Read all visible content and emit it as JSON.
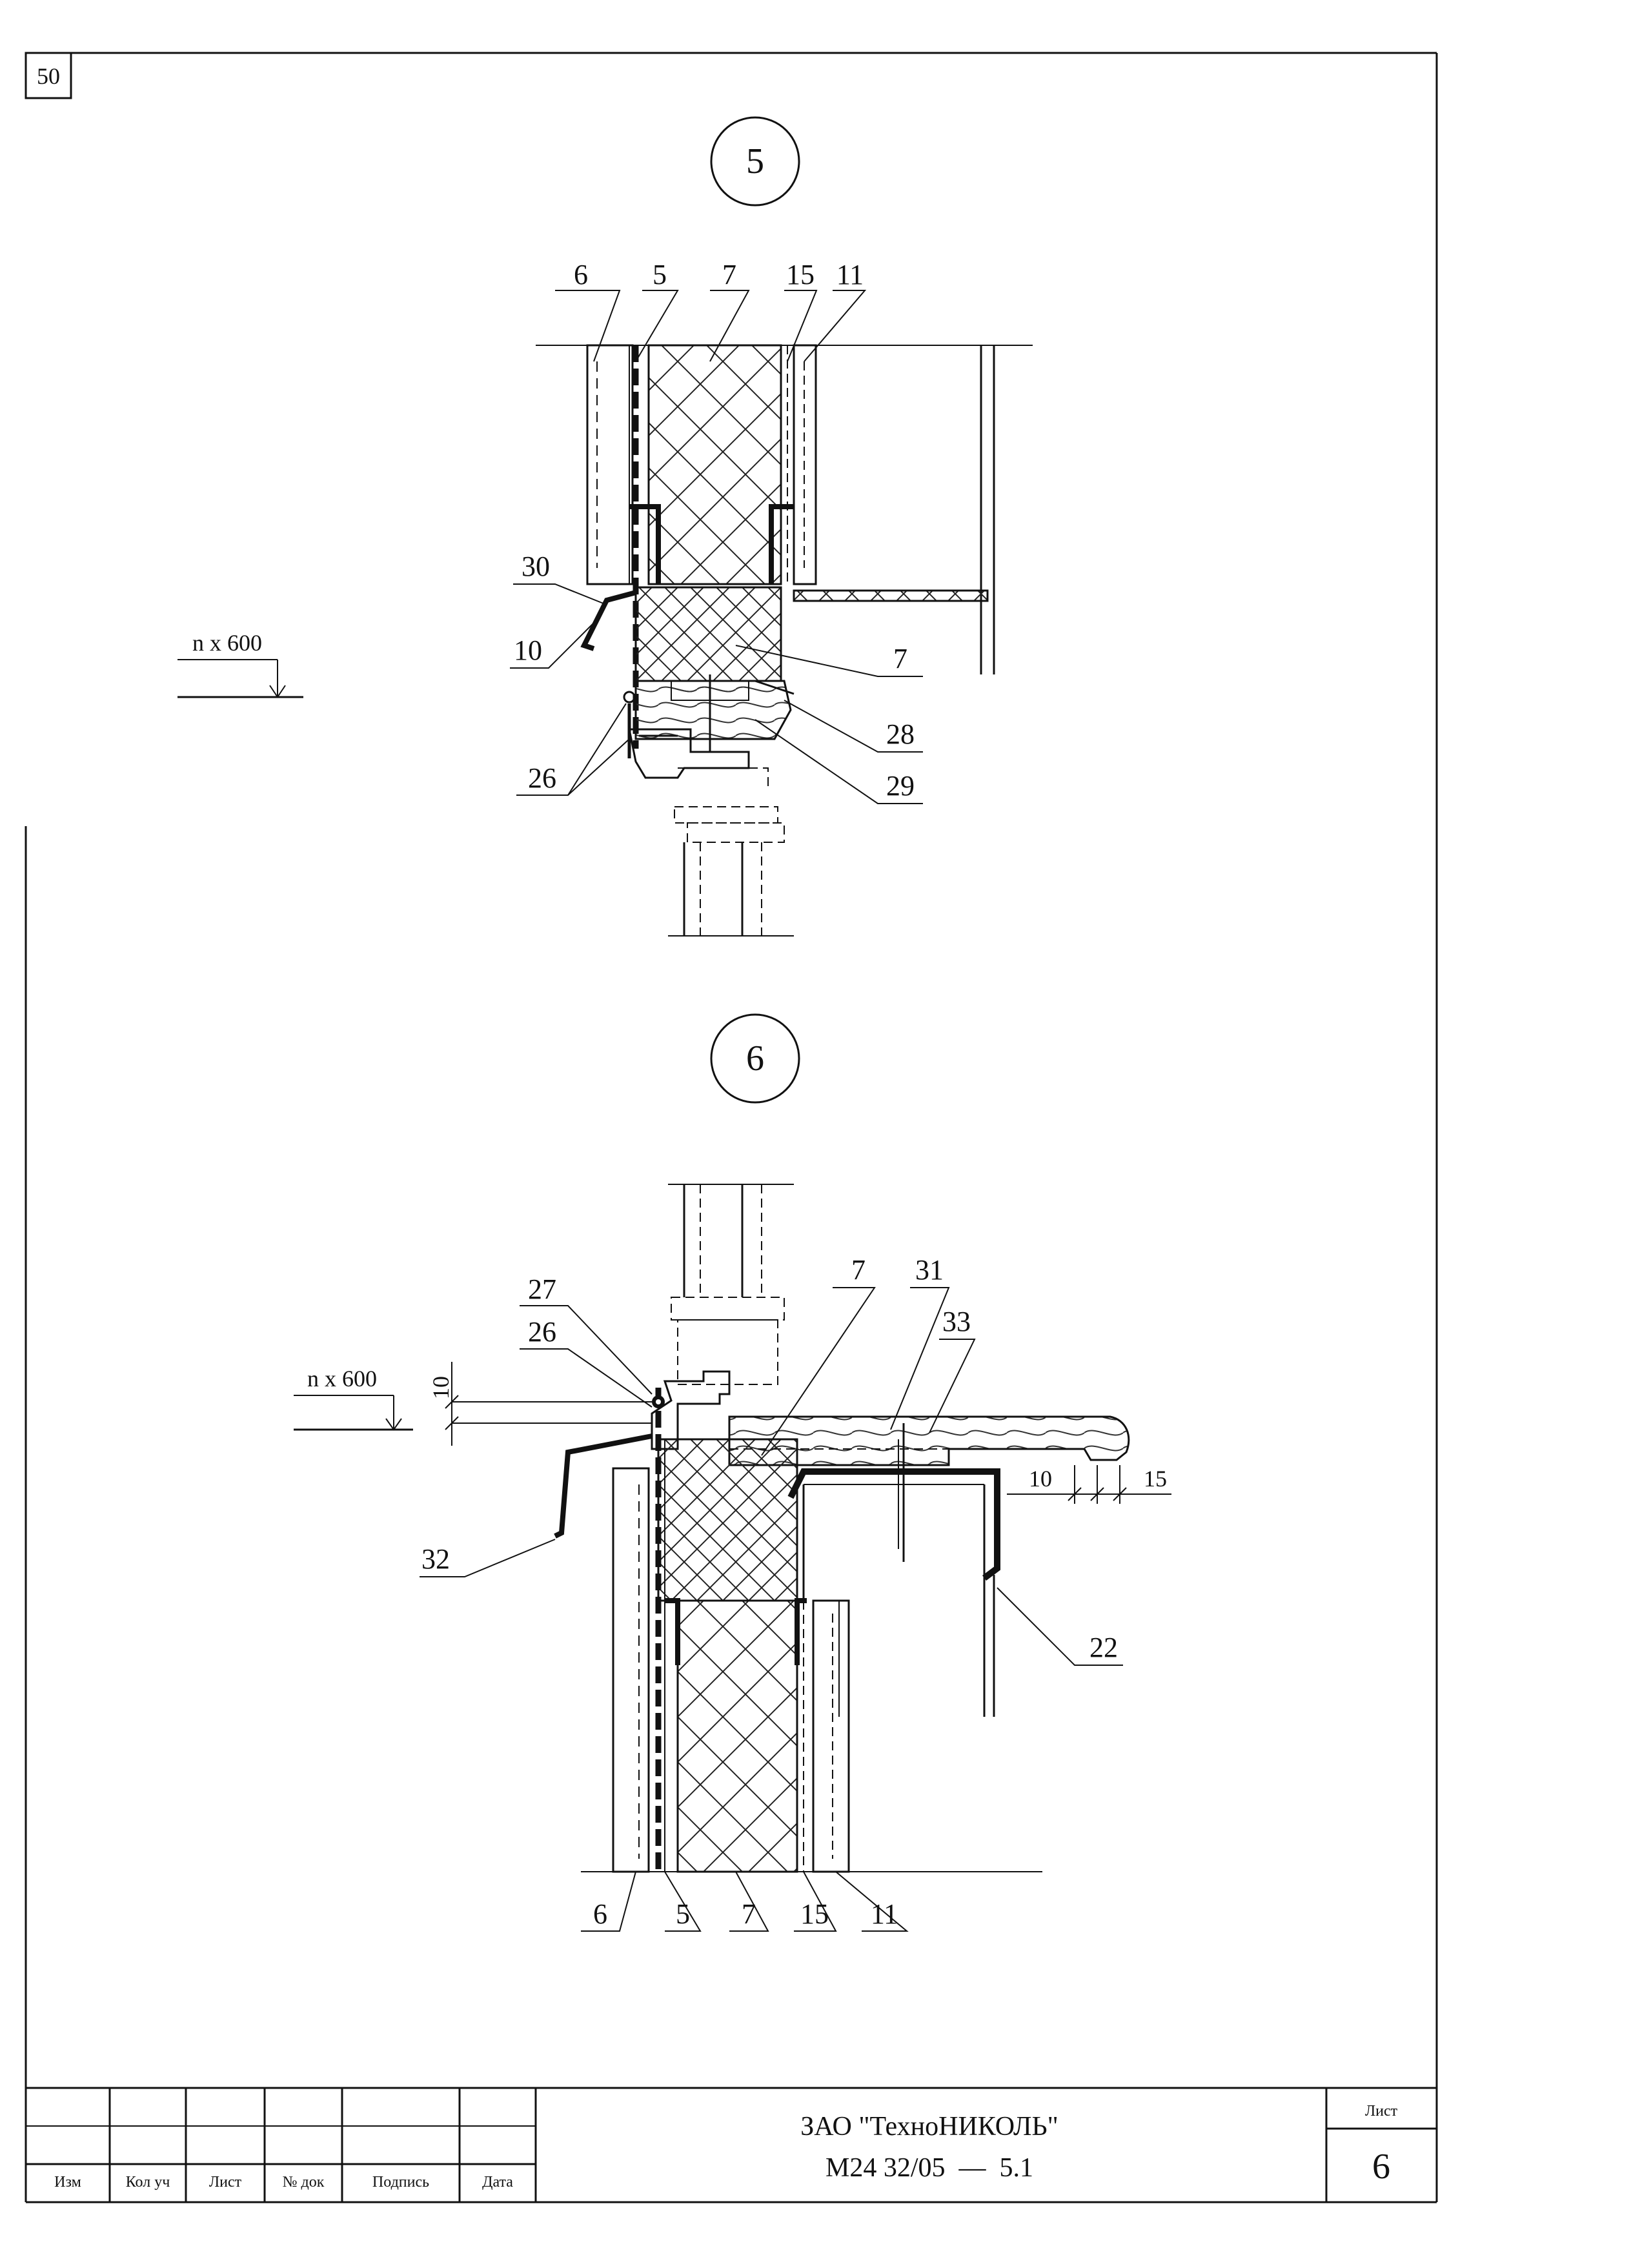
{
  "page": {
    "corner_number": "50"
  },
  "detail_5": {
    "number": "5",
    "labels": [
      "6",
      "5",
      "7",
      "15",
      "11",
      "30",
      "10",
      "7",
      "28",
      "29",
      "26"
    ],
    "dimension": "n x 600"
  },
  "detail_6": {
    "number": "6",
    "labels": [
      "27",
      "26",
      "7",
      "31",
      "33",
      "32",
      "22",
      "6",
      "5",
      "7",
      "15",
      "11"
    ],
    "dimension": "n x 600",
    "dim_10_vertical": "10",
    "dim_10_horizontal": "10",
    "dim_15_horizontal": "15"
  },
  "title_block": {
    "columns": [
      "Изм",
      "Кол уч",
      "Лист",
      "№ док",
      "Подпись",
      "Дата"
    ],
    "company": "ЗАО \"ТехноНИКОЛЬ\"",
    "doc_code": "М24 32/05  —  5.1",
    "sheet_label": "Лист",
    "sheet_number": "6"
  }
}
